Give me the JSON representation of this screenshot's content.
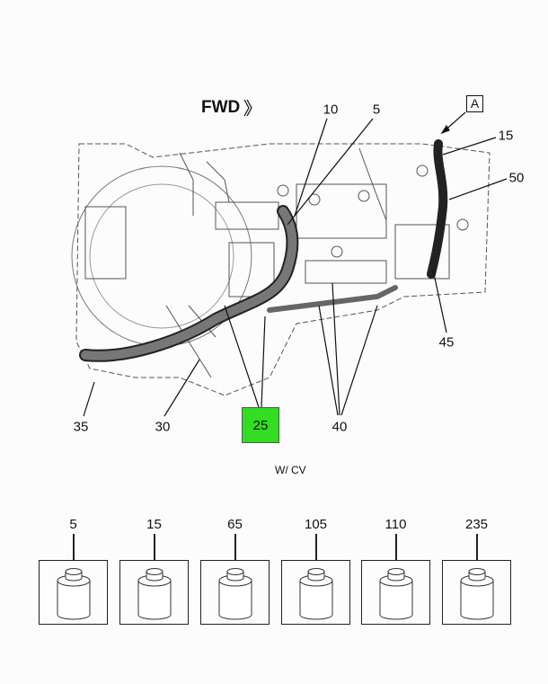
{
  "diagram": {
    "direction_label": "FWD",
    "view_label": "A",
    "callouts": [
      "10",
      "5",
      "15",
      "50",
      "45",
      "35",
      "30",
      "25",
      "40"
    ],
    "highlighted_callout": "25",
    "highlight_color": "#33dd22",
    "variant_note": "W/ CV"
  },
  "kits": [
    {
      "number": "5"
    },
    {
      "number": "15"
    },
    {
      "number": "65"
    },
    {
      "number": "105"
    },
    {
      "number": "110"
    },
    {
      "number": "235"
    }
  ]
}
